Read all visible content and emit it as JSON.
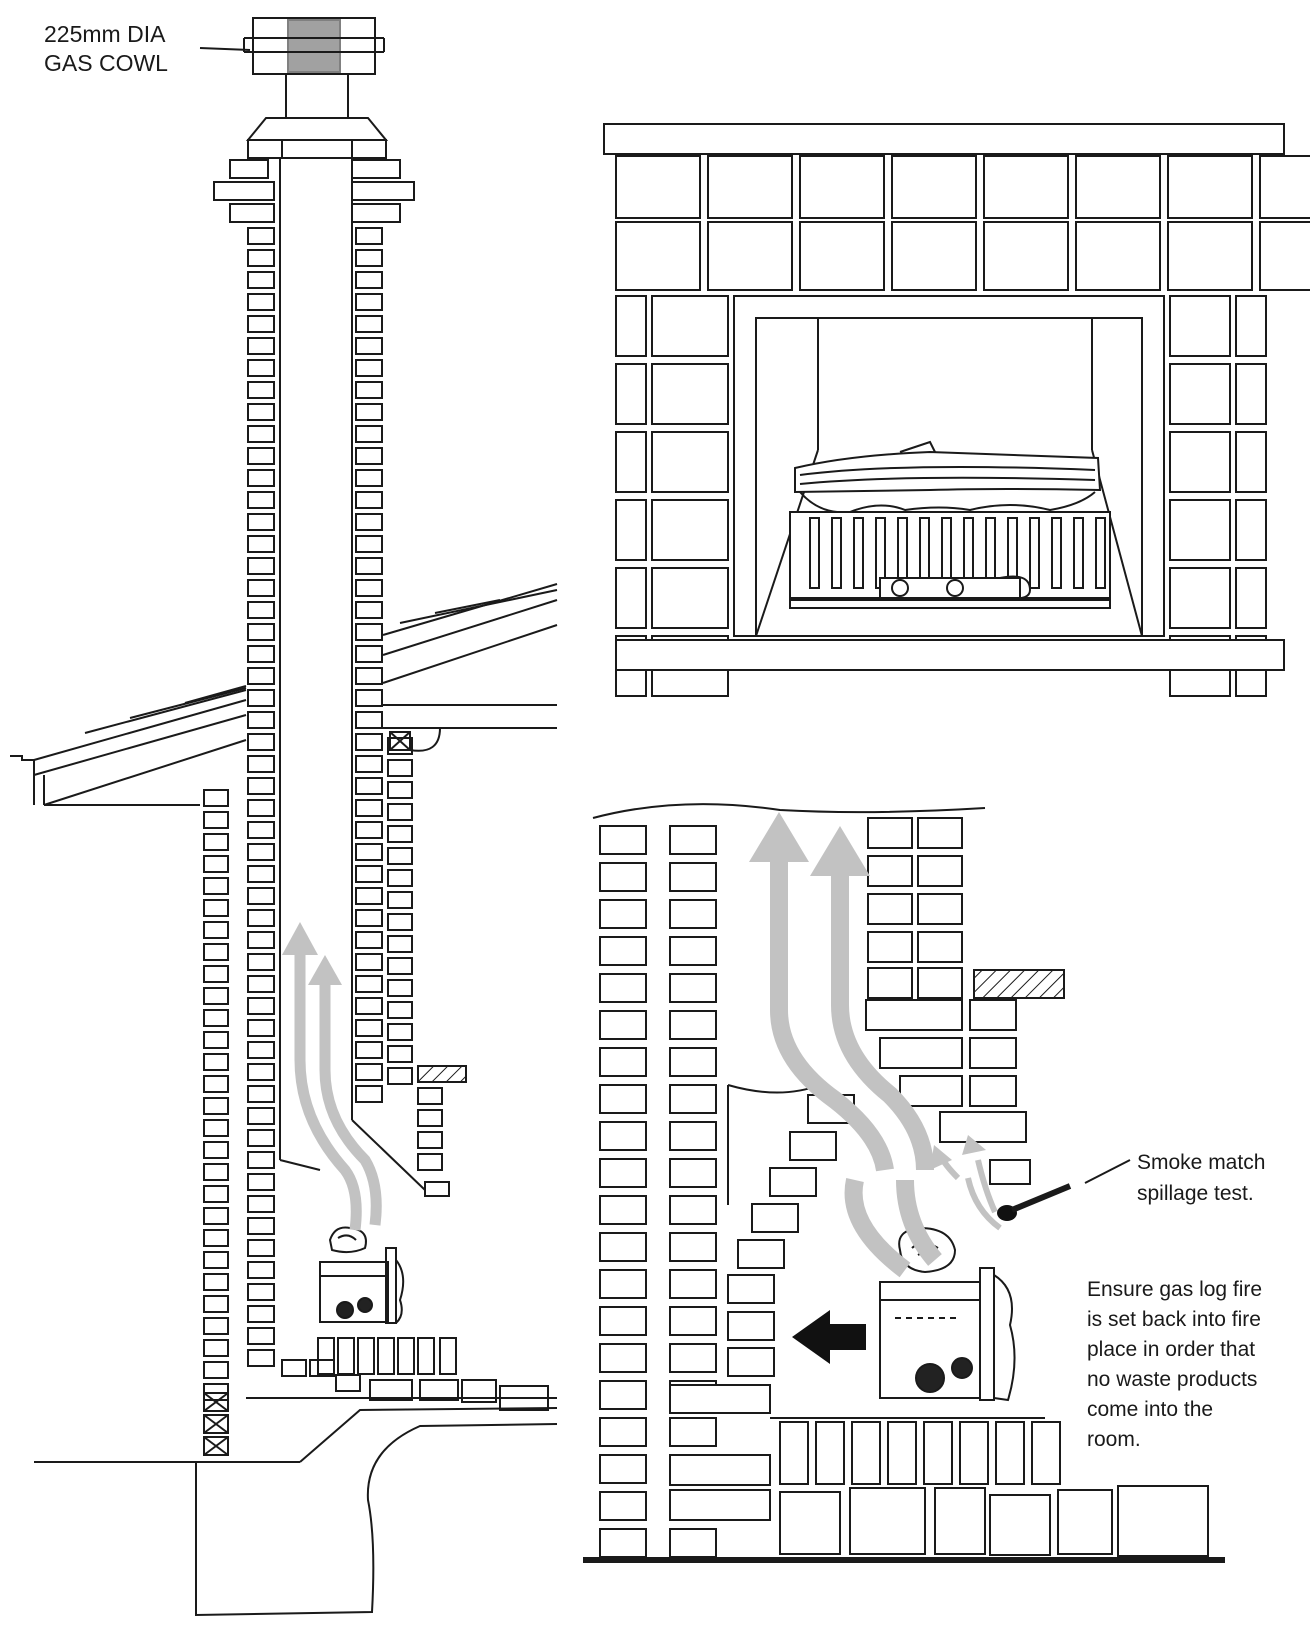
{
  "labels": {
    "cowl": [
      "225mm DIA",
      "GAS COWL"
    ],
    "smoke": [
      "Smoke match",
      "spillage test."
    ],
    "ensure": [
      "Ensure gas log fire",
      "is set back into fire",
      "place in order that",
      "no waste products",
      "come into the",
      "room."
    ]
  },
  "colors": {
    "line": "#1a1a1a",
    "arrow_gray": "#c2c2c2",
    "arrow_dark": "#111111",
    "background": "#ffffff"
  }
}
